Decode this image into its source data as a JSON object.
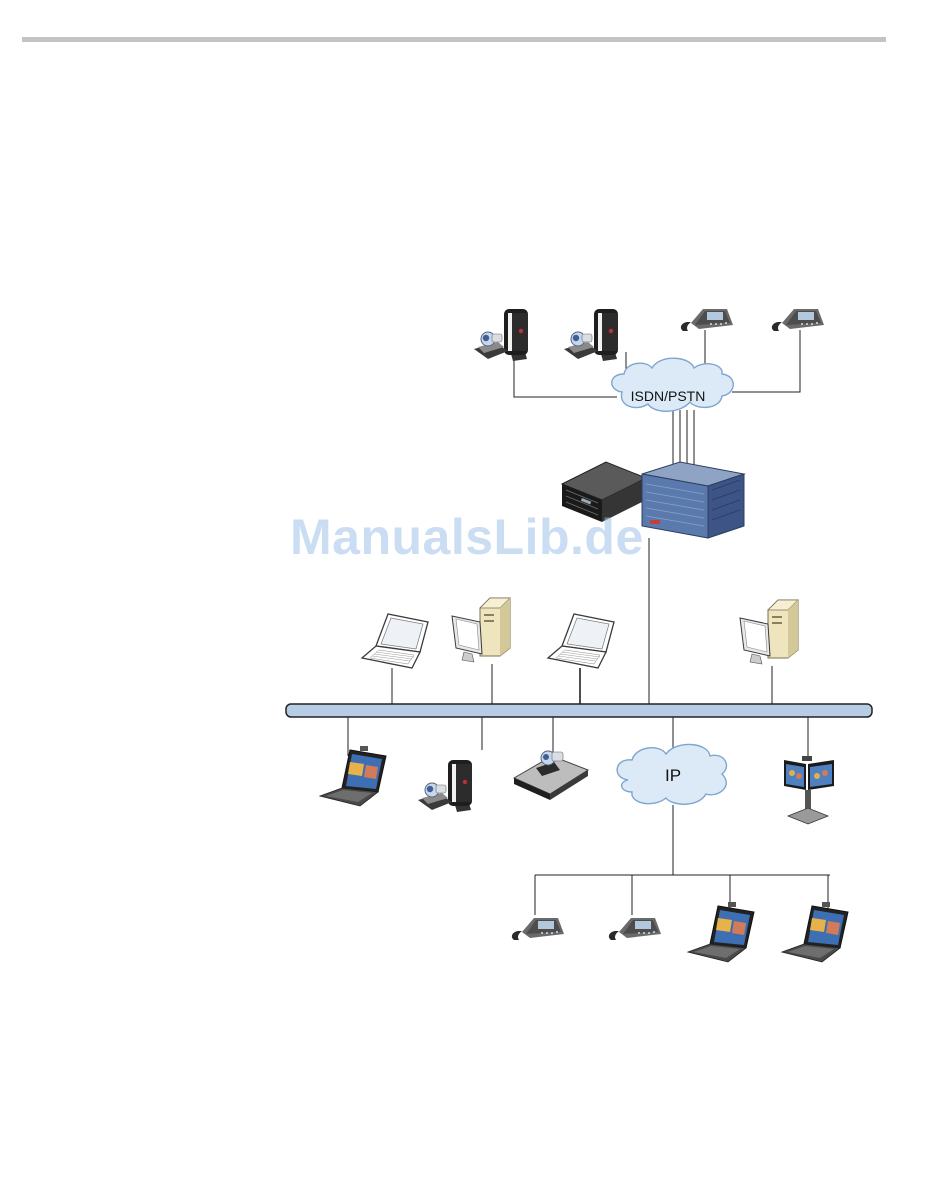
{
  "networks": {
    "isdn_label": "ISDN/PSTN",
    "ip_label": "IP"
  },
  "watermark": "ManualsLib.de",
  "colors": {
    "cloud_fill": "#dceaf8",
    "cloud_stroke": "#7fa6cf",
    "bus_fill": "#b7cde6",
    "line": "#222222",
    "rule": "#c4c4c4"
  },
  "icons": {
    "top_row": [
      "video-endpoint-icon",
      "video-endpoint-icon",
      "ip-phone-icon",
      "ip-phone-icon"
    ],
    "core": [
      "mcu-server-icon",
      "mcu-chassis-icon"
    ],
    "above_bus": [
      "laptop-icon",
      "desktop-pc-icon",
      "laptop-icon",
      "desktop-pc-icon"
    ],
    "below_bus": [
      "video-laptop-icon",
      "video-endpoint-icon",
      "room-codec-icon",
      "ip-cloud-icon",
      "dual-display-system-icon"
    ],
    "bottom_row": [
      "ip-phone-icon",
      "ip-phone-icon",
      "video-laptop-icon",
      "video-laptop-icon"
    ]
  }
}
